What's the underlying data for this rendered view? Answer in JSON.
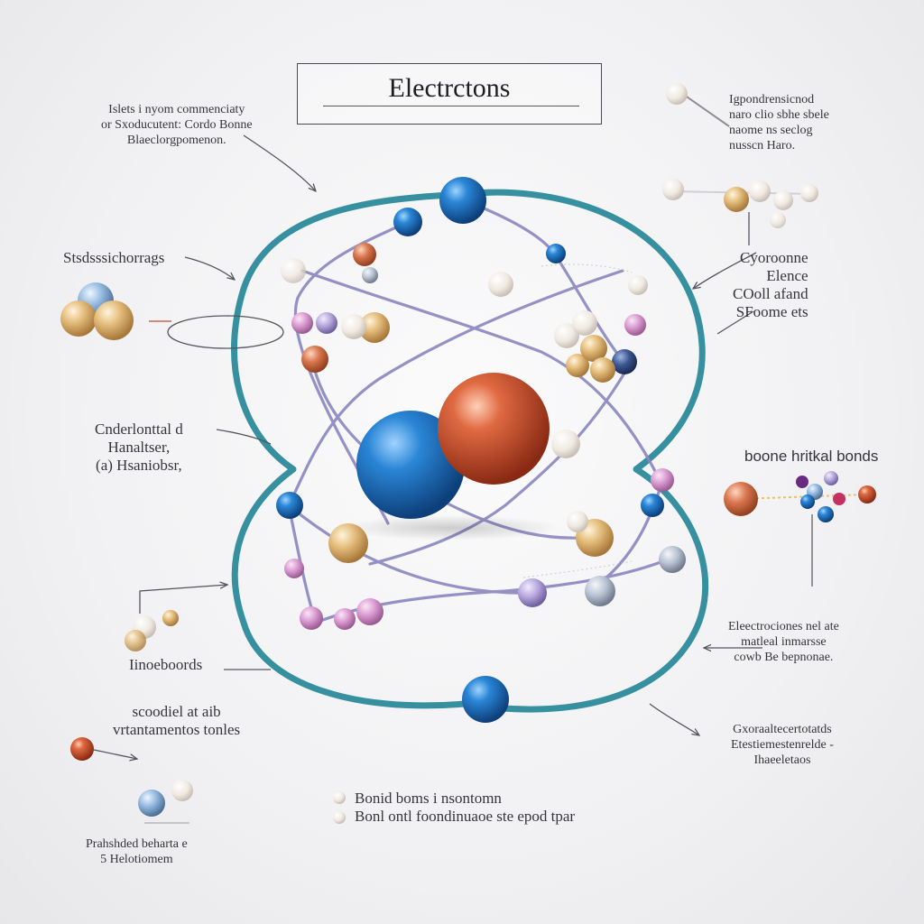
{
  "title": "Electrctons",
  "labels": {
    "top_left": "Islets i nyom commenciaty\nor Sxoducutent: Cordo Bonne\nBlaeclorgpomenon.",
    "side_left": "Stsdsssichorrags",
    "mid_left": "Cnderlonttal d\nHanaltser,\n(a) Hsaniobsr,",
    "lower_left": "Iinoeboords",
    "bottom_left": "scoodiel at aib\nvrtantamentos tonles",
    "bottom_far_left": "Prahshded beharta e\n5 Helotiomem",
    "bottom_center": "Bonid boms i nsontomn\nBonl ontl foondinuaoe ste epod tpar",
    "top_right": "Igpondrensicnod\nnaro clio sbhe sbele\nnaome ns seclog\nnusscn Haro.",
    "upper_right": "Cyoroonne\nElence\nCOoll afand\nSFoome ets",
    "right": "boone hritkal bonds",
    "lower_right": "Eleectrociones nel ate\nmatleal inmarsse\ncowb Be bepnonae.",
    "bottom_right": "Gxoraaltecertotatds\nEtestiemestenrelde -\nIhaeeletaos"
  },
  "colors": {
    "orbit_teal": "#2b8a9a",
    "bond_purple": "#8a86c0",
    "nucleus_blue": "#1f6fb8",
    "nucleus_red": "#c44a2c",
    "electron_blue": "#1d7fc4",
    "sphere_gold": "#d9b070",
    "sphere_pink": "#d792c9",
    "sphere_cream": "#f0eadf",
    "arrow_gray": "#555560"
  },
  "icons": [
    "nucleus-blue-sphere",
    "nucleus-red-sphere",
    "electron-sphere",
    "molecule-cluster",
    "annotation-arrow"
  ]
}
